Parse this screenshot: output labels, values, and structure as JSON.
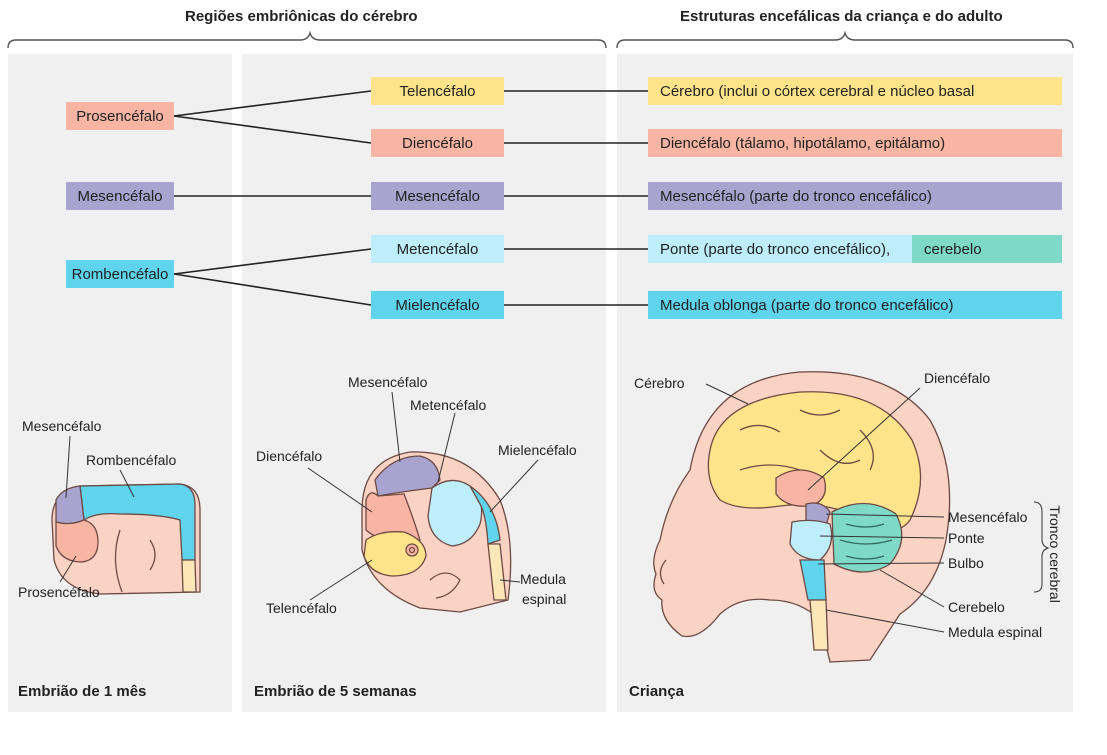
{
  "headers": {
    "left": "Regiões embriônicas do cérebro",
    "right": "Estruturas encefálicas da criança e do adulto"
  },
  "primary_regions": [
    {
      "label": "Prosencéfalo",
      "color": "#f9b5a3"
    },
    {
      "label": "Mesencéfalo",
      "color": "#a8a3cf"
    },
    {
      "label": "Rombencéfalo",
      "color": "#5fd4ec"
    }
  ],
  "secondary_regions": [
    {
      "label": "Telencéfalo",
      "color": "#fde48a"
    },
    {
      "label": "Diencéfalo",
      "color": "#f9b5a3"
    },
    {
      "label": "Mesencéfalo",
      "color": "#a8a3cf"
    },
    {
      "label": "Metencéfalo",
      "color": "#bfeefb"
    },
    {
      "label": "Mielencéfalo",
      "color": "#5fd4ec"
    }
  ],
  "adult_structures": [
    {
      "label": "Cérebro (inclui o córtex cerebral e núcleo basal",
      "color": "#fde48a"
    },
    {
      "label": "Diencéfalo (tálamo, hipotálamo, epitálamo)",
      "color": "#f9b5a3"
    },
    {
      "label": "Mesencéfalo (parte do tronco encefálico)",
      "color": "#a8a3cf"
    },
    {
      "label": "Ponte (parte do tronco encefálico),",
      "color": "#bfeefb"
    },
    {
      "label": "Medula oblonga (parte do tronco encefálico)",
      "color": "#5fd4ec"
    }
  ],
  "cerebelo_box": {
    "label": "cerebelo",
    "color": "#7ed9c6"
  },
  "embryo1": {
    "caption": "Embrião de 1 mês",
    "labels": {
      "mesencefalo": "Mesencéfalo",
      "rombencefalo": "Rombencéfalo",
      "prosencefalo": "Prosencéfalo"
    }
  },
  "embryo5": {
    "caption": "Embrião de 5 semanas",
    "labels": {
      "mesencefalo": "Mesencéfalo",
      "metencefalo": "Metencéfalo",
      "diencefalo": "Diencéfalo",
      "mielencefalo": "Mielencéfalo",
      "telencefalo": "Telencéfalo",
      "medula_1": "Medula",
      "medula_2": "espinal"
    }
  },
  "child": {
    "caption": "Criança",
    "labels": {
      "cerebro": "Cérebro",
      "diencefalo": "Diencéfalo",
      "mesencefalo": "Mesencéfalo",
      "ponte": "Ponte",
      "bulbo": "Bulbo",
      "cerebelo": "Cerebelo",
      "medula": "Medula espinal",
      "tronco": "Tronco cerebral"
    }
  },
  "colors": {
    "panel": "#f0f0f0",
    "skin": "#fbd3c4",
    "skin_outline": "#6d4a44",
    "yellow": "#fde48a",
    "salmon": "#f9b5a3",
    "lavender": "#a8a3cf",
    "light_cyan": "#bfeefb",
    "cyan": "#5fd4ec",
    "teal": "#7ed9c6",
    "spinal": "#fbe8b8"
  }
}
